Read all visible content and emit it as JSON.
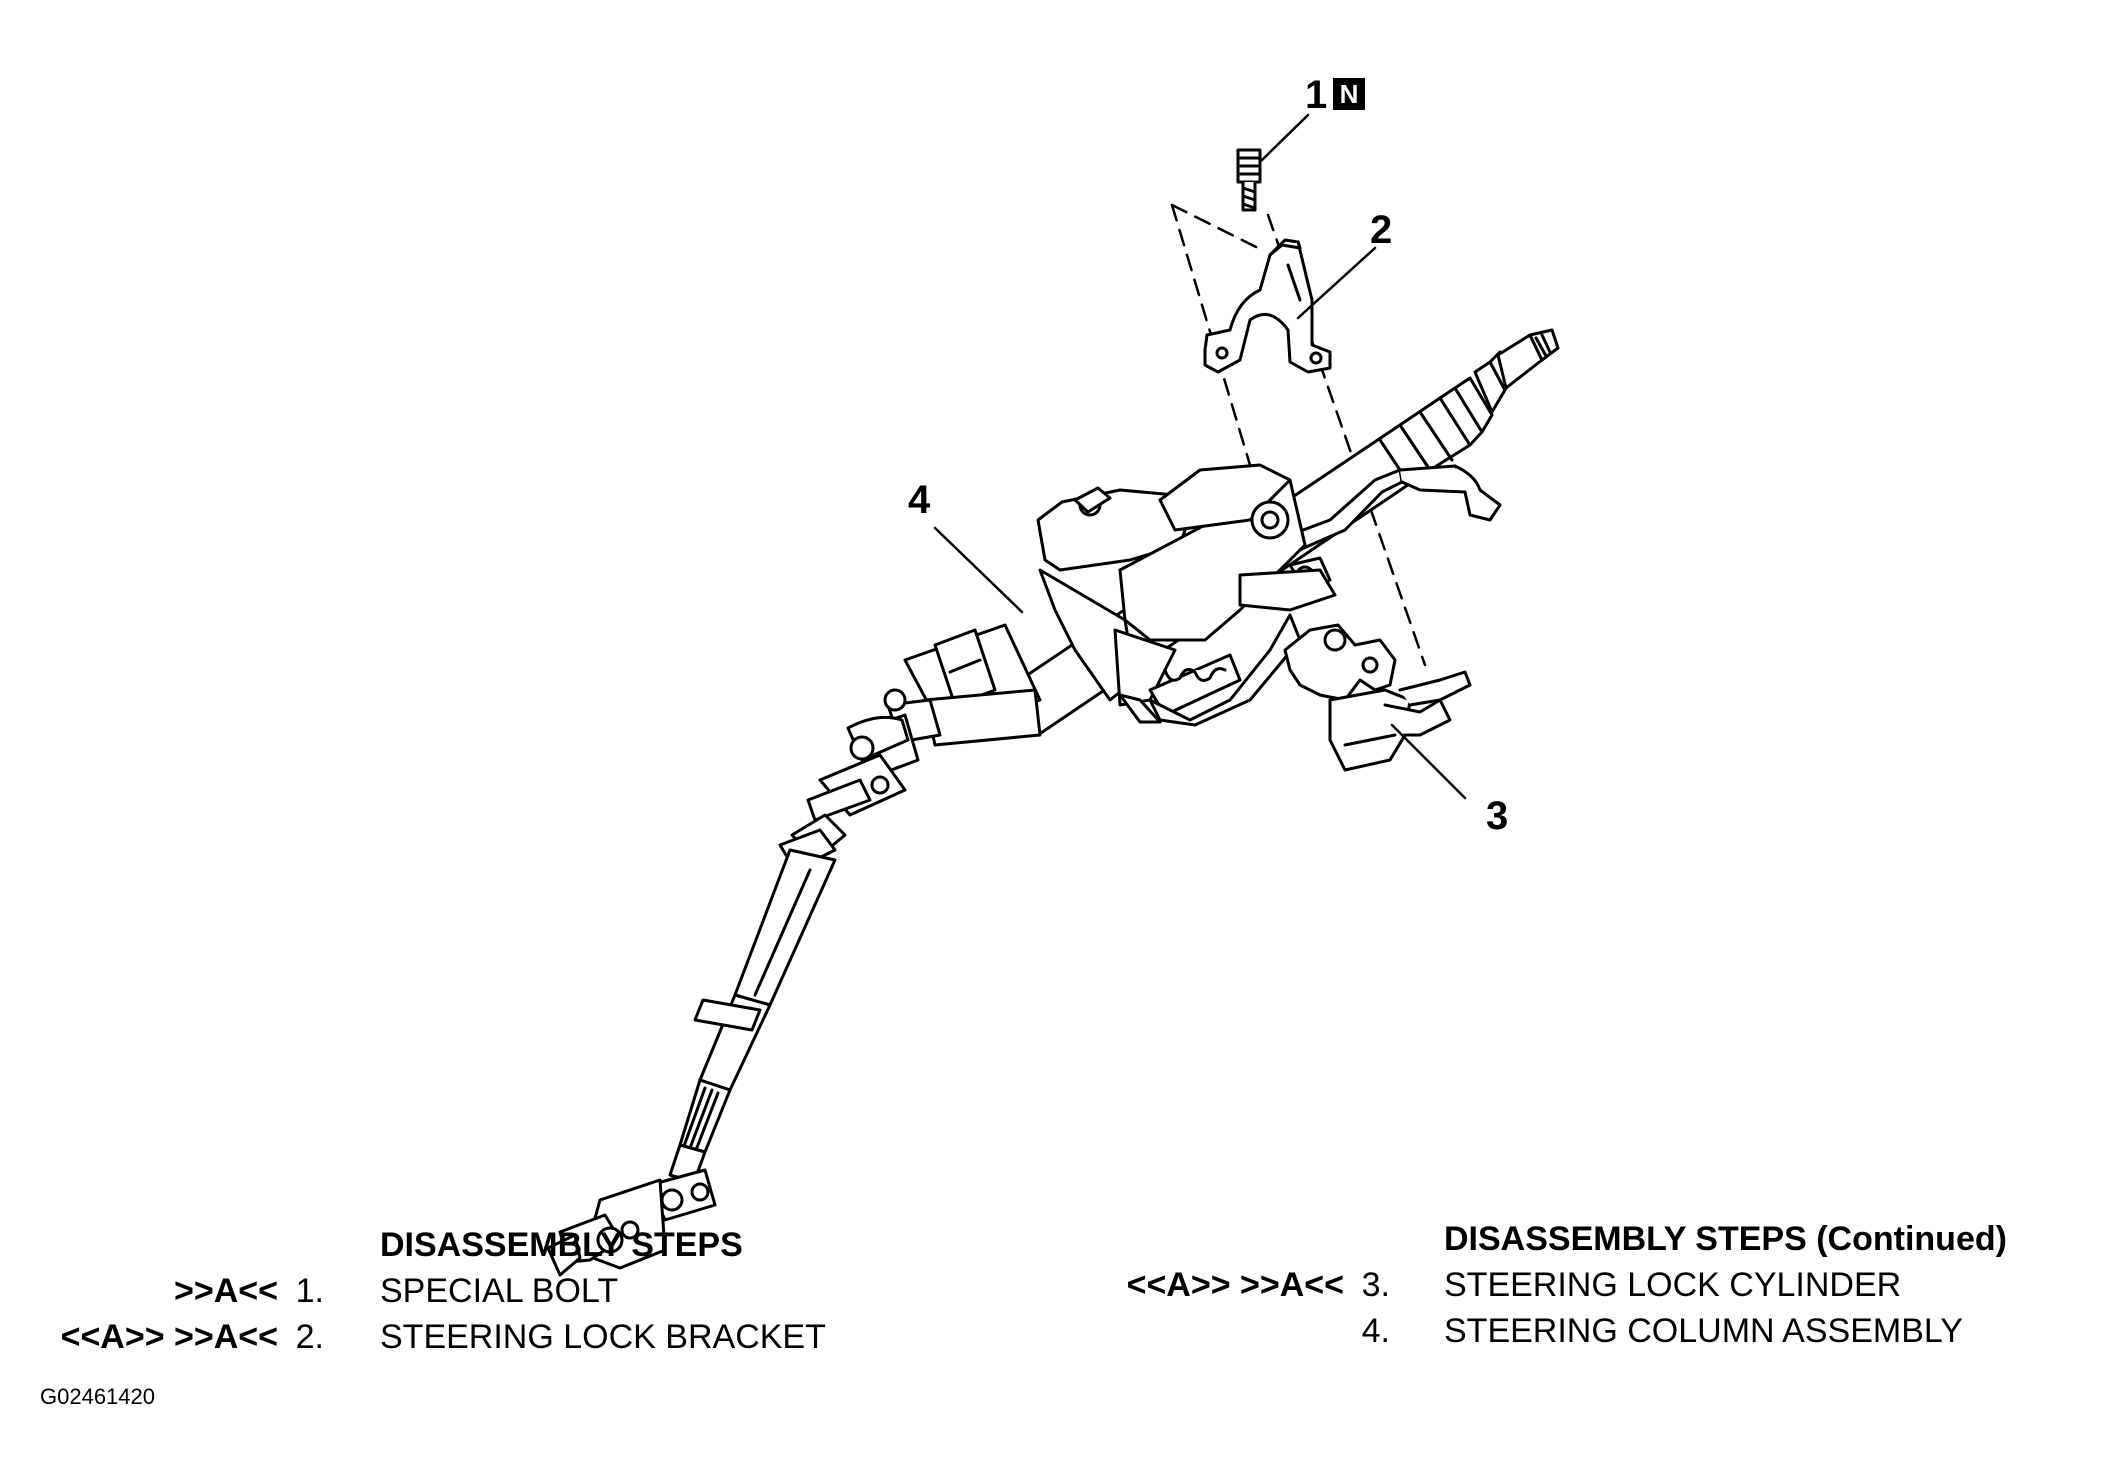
{
  "callouts": {
    "c1": "1",
    "c1_badge": "N",
    "c2": "2",
    "c3": "3",
    "c4": "4"
  },
  "legend_left": {
    "title": "DISASSEMBLY STEPS",
    "steps": [
      {
        "ref": ">>A<<",
        "num": "1.",
        "label": "SPECIAL BOLT"
      },
      {
        "ref": "<<A>> >>A<<",
        "num": "2.",
        "label": "STEERING LOCK BRACKET"
      }
    ]
  },
  "legend_right": {
    "title": "DISASSEMBLY STEPS (Continued)",
    "steps": [
      {
        "ref": "<<A>> >>A<<",
        "num": "3.",
        "label": "STEERING LOCK CYLINDER"
      },
      {
        "ref": "",
        "num": "4.",
        "label": "STEERING COLUMN ASSEMBLY"
      }
    ]
  },
  "figure_id": "G02461420"
}
